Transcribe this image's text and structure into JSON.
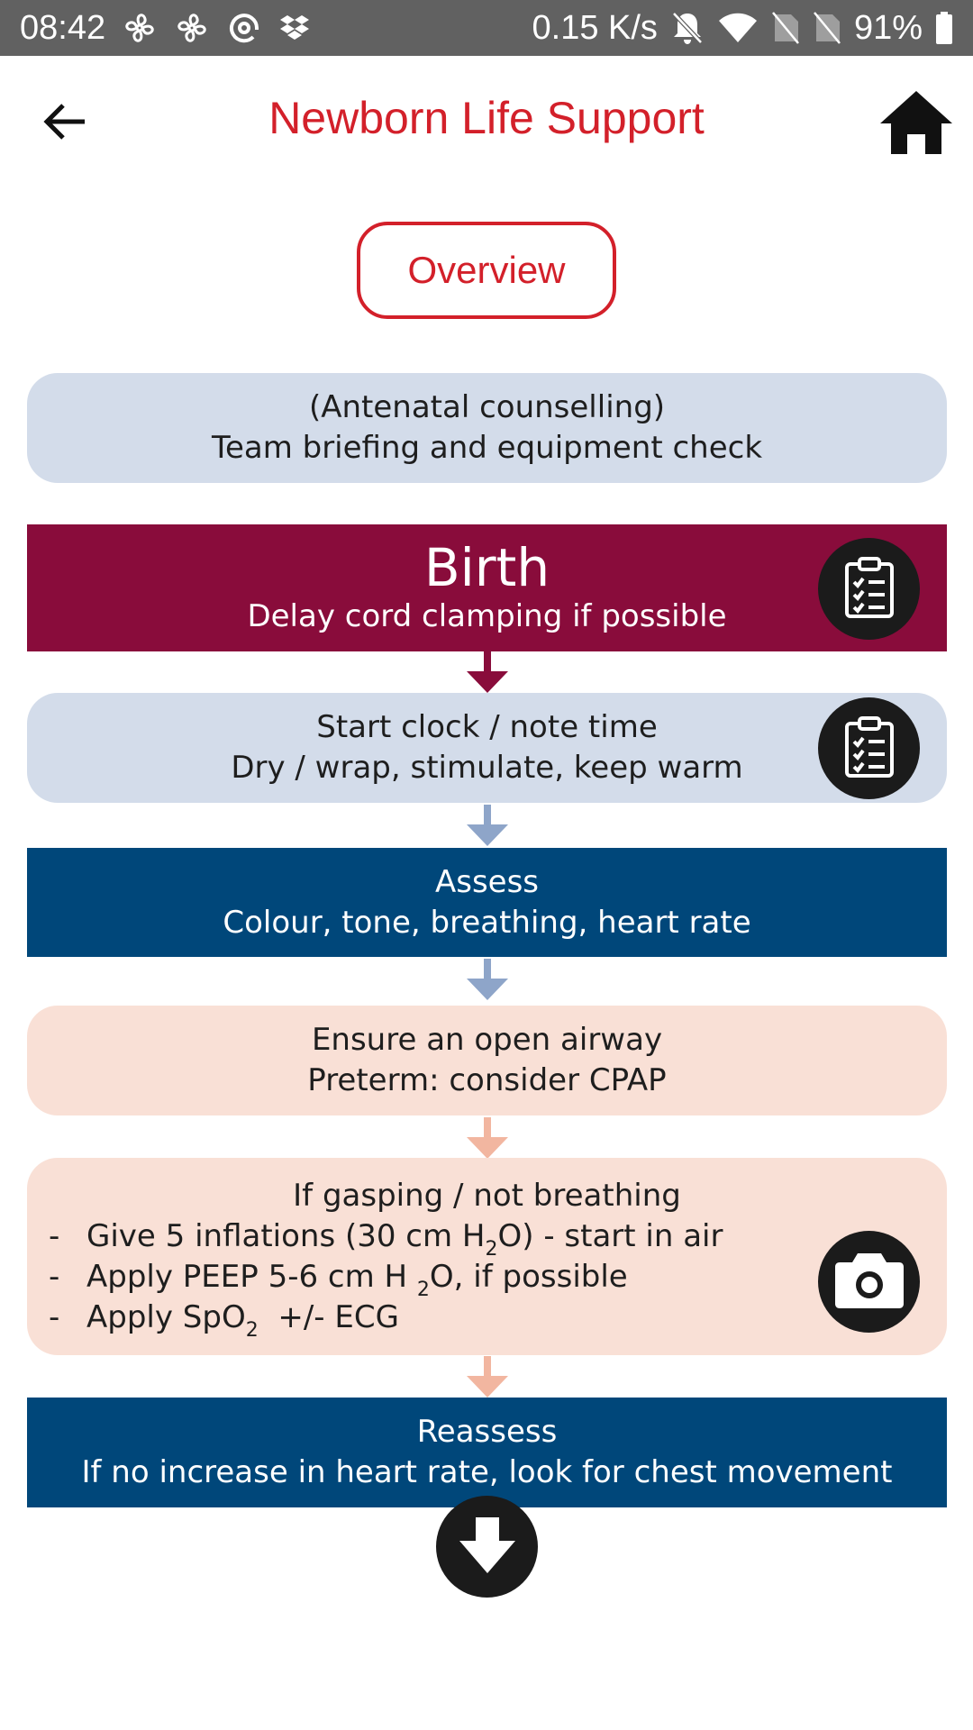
{
  "status_bar": {
    "time": "08:42",
    "network_speed": "0.15 K/s",
    "battery": "91%",
    "icons": [
      "fan-icon",
      "fan-icon",
      "at-icon",
      "dropbox-icon",
      "bell-off-icon",
      "wifi-icon",
      "no-sim-icon",
      "no-sim-icon",
      "battery-icon"
    ]
  },
  "header": {
    "title": "Newborn Life Support",
    "back_icon": "arrow-back-icon",
    "home_icon": "home-icon"
  },
  "overview_button": {
    "label": "Overview"
  },
  "flow": {
    "prep": {
      "line1": "(Antenatal counselling)",
      "line2": "Team briefing and equipment check"
    },
    "birth": {
      "title": "Birth",
      "subtitle": "Delay cord clamping if possible",
      "icon": "clipboard-icon"
    },
    "start": {
      "line1": "Start clock / note time",
      "line2": "Dry / wrap, stimulate, keep warm",
      "icon": "clipboard-icon"
    },
    "assess": {
      "line1": "Assess",
      "line2": "Colour, tone, breathing, heart rate"
    },
    "airway": {
      "line1": "Ensure an open airway",
      "line2": "Preterm: consider CPAP"
    },
    "gasping": {
      "title": "If gasping / not breathing",
      "dash": "-",
      "bullet1_pre": "Give 5 inflations (30 cm H",
      "bullet1_sub": "2",
      "bullet1_post": "O) - start in air",
      "bullet2_pre": "Apply PEEP 5-6 cm H ",
      "bullet2_sub": "2",
      "bullet2_post": "O, if possible",
      "bullet3_pre": "Apply SpO",
      "bullet3_sub": "2",
      "bullet3_post": "  +/- ECG",
      "icon": "camera-icon"
    },
    "reassess": {
      "line1": "Reassess",
      "line2": "If no increase in heart rate, look for chest movement"
    }
  },
  "scroll_down_icon": "arrow-down-icon",
  "colors": {
    "title_red": "#d3202a",
    "light_blue": "#d3dcea",
    "maroon": "#890c3b",
    "navy": "#00477a",
    "peach": "#f9e0d6",
    "arrow_blue": "#8ea5c9",
    "arrow_peach": "#f2b6a0"
  }
}
